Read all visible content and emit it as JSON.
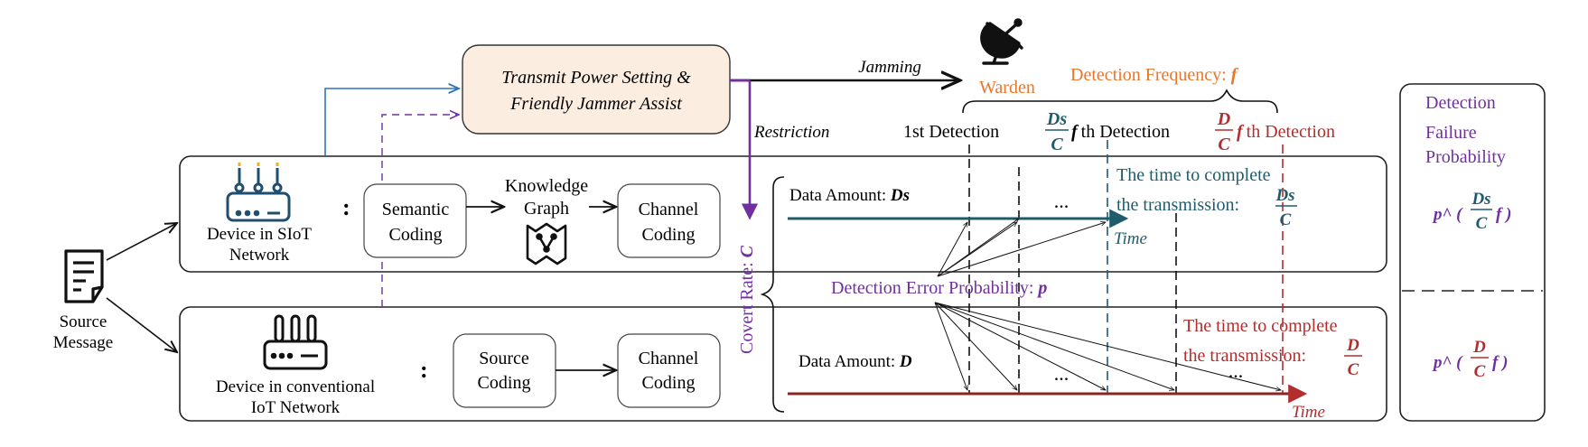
{
  "colors": {
    "teal": "#1f5c6b",
    "red": "#b22e2e",
    "purple": "#7030a0",
    "orange": "#e8772e",
    "blue": "#2e74b5",
    "power_box_fill": "#fbeee0"
  },
  "source": {
    "line1": "Source",
    "line2": "Message",
    "icon": "document-icon"
  },
  "power_box": {
    "line1": "Transmit Power Setting &",
    "line2": "Friendly Jammer Assist"
  },
  "jamming": "Jamming",
  "restriction": "Restriction",
  "warden": {
    "label": "Warden",
    "icon": "satellite-dish-icon"
  },
  "detection_frequency": {
    "text": "Detection Frequency: ",
    "symbol": "f"
  },
  "detections": {
    "first": "1st Detection",
    "mid_frac_num": "Ds",
    "mid_frac_den": "C",
    "mid_suffix": "th Detection",
    "last_frac_num": "D",
    "last_frac_den": "C",
    "last_suffix": "th Detection",
    "f_symbol": "f"
  },
  "siot": {
    "device_line1": "Device in SIoT",
    "device_line2": "Network",
    "icon": "router-icon",
    "semantic_line1": "Semantic",
    "semantic_line2": "Coding",
    "kg_line1": "Knowledge",
    "kg_line2": "Graph",
    "kg_icon": "knowledge-graph-icon",
    "channel_line1": "Channel",
    "channel_line2": "Coding",
    "data_amount_text": "Data Amount: ",
    "data_amount_symbol": "Ds",
    "ellipsis": "...",
    "time": "Time",
    "complete_line1": "The time to complete",
    "complete_line2": "the transmission: ",
    "frac_num": "Ds",
    "frac_den": "C"
  },
  "iot": {
    "device_line1": "Device in conventional",
    "device_line2": "IoT Network",
    "icon": "router-icon",
    "source_line1": "Source",
    "source_line2": "Coding",
    "channel_line1": "Channel",
    "channel_line2": "Coding",
    "data_amount_text": "Data Amount: ",
    "data_amount_symbol": "D",
    "ellipsis": "...",
    "time": "Time",
    "complete_line1": "The time to complete",
    "complete_line2": "the transmission: ",
    "frac_num": "D",
    "frac_den": "C"
  },
  "covert_rate": {
    "text": "Covert Rate: ",
    "symbol": "C"
  },
  "detection_error": {
    "text": "Detection Error Probability: ",
    "symbol": "p"
  },
  "side_panel": {
    "line1": "Detection",
    "line2": "Failure",
    "line3": "Probability",
    "formula1_prefix": "p^ (",
    "formula1_num": "Ds",
    "formula1_den": "C",
    "formula1_suffix": "f )",
    "formula2_prefix": "p^ (",
    "formula2_num": "D",
    "formula2_den": "C",
    "formula2_suffix": "f )"
  }
}
